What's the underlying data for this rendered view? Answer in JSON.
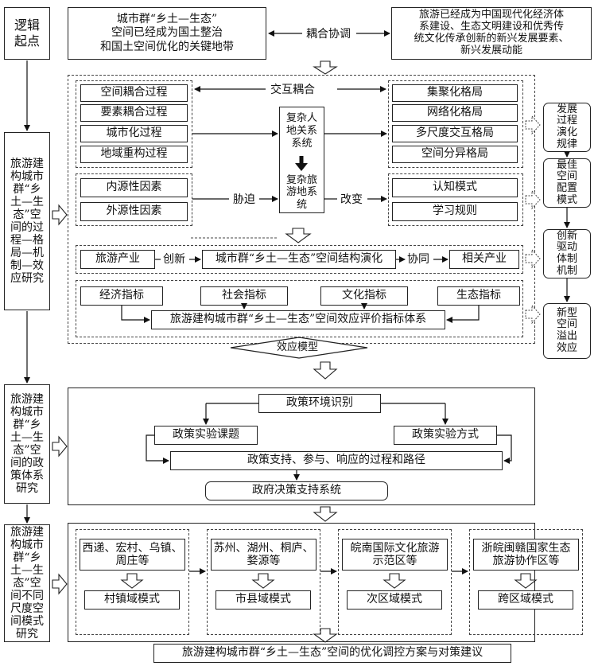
{
  "left_column": {
    "logic_start": "逻辑\n起点",
    "stage1": "旅游建构城市群“乡土—生态”空间的过程—格局—机制—效应研究",
    "stage2": "旅游建构城市群“乡土—生态”空间的政策体系研究",
    "stage3": "旅游建构城市群“乡土—生态”空间不同尺度空间模式研究"
  },
  "top": {
    "left_box": "城市群“乡土—生态”\n空间已经成为国土整治\n和国土空间优化的关键地带",
    "middle_label": "耦合协调",
    "right_box": "旅游已经成为中国现代化经济体\n系建设、生态文明建设和优秀传\n统文化传承创新的新兴发展要素、\n新兴发展动能"
  },
  "section1": {
    "process_items": [
      "空间耦合过程",
      "要素耦合过程",
      "城市化过程",
      "地域重构过程"
    ],
    "interaction_label": "交互耦合",
    "core_upper": "复杂人\n地关系\n系统",
    "core_lower": "复杂旅\n游地系\n统",
    "pattern_items": [
      "集聚化格局",
      "网络化格局",
      "多尺度交互格局",
      "空间分异格局"
    ],
    "factor_items": [
      "内源性因素",
      "外源性因素"
    ],
    "coerce_label": "胁迫",
    "change_label": "改变",
    "cognition_items": [
      "认知模式",
      "学习规则"
    ],
    "industry_row": {
      "tourism": "旅游产业",
      "innovate": "创新",
      "evolution": "城市群“乡土—生态”空间结构演化",
      "synergy": "协同",
      "related": "相关产业"
    },
    "indicators": [
      "经济指标",
      "社会指标",
      "文化指标",
      "生态指标"
    ],
    "index_system": "旅游建构城市群“乡土—生态”空间效应评价指标体系",
    "effect_model": "效应模型"
  },
  "right_column": {
    "law": "发展\n过程\n演化\n规律",
    "config": "最佳\n空间\n配置\n模式",
    "mechanism": "创新\n驱动\n体制\n机制",
    "spillover": "新型\n空间\n溢出\n效应"
  },
  "section2": {
    "env": "政策环境识别",
    "subject": "政策实验课题",
    "method": "政策实验方式",
    "process": "政策支持、参与、响应的过程和路径",
    "system": "政府决策支持系统"
  },
  "section3": {
    "groups": [
      {
        "places": "西递、宏村、乌镇、\n周庄等",
        "mode": "村镇域模式"
      },
      {
        "places": "苏州、湖州、桐庐、\n婺源等",
        "mode": "市县域模式"
      },
      {
        "places": "皖南国际文化旅游\n示范区等",
        "mode": "次区域模式"
      },
      {
        "places": "浙皖闽赣国家生态\n旅游协作区等",
        "mode": "跨区域模式"
      }
    ]
  },
  "bottom": "旅游建构城市群“乡土—生态”空间的优化调控方案与对策建议"
}
